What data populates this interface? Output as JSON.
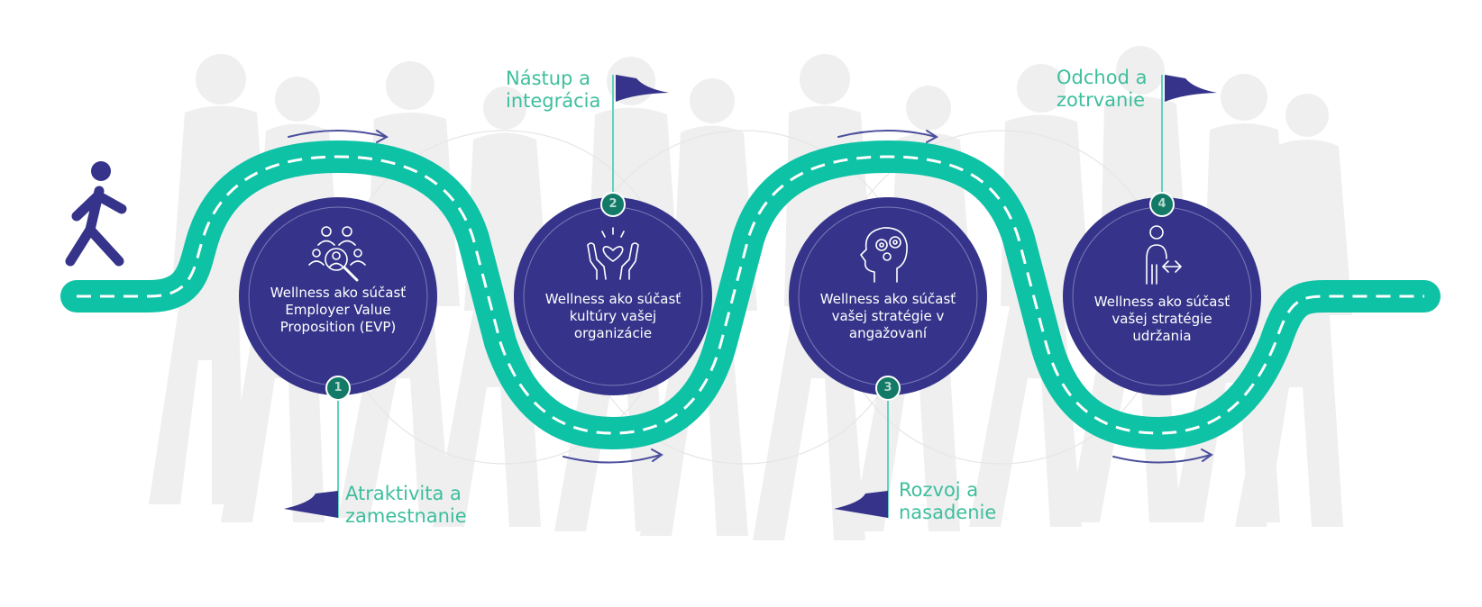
{
  "colors": {
    "road": "#0ec2a6",
    "road_dash": "#ffffff",
    "circle": "#35348a",
    "badge": "#127a66",
    "flag": "#35348a",
    "flag_pole": "#5fd3c0",
    "label": "#3dbf9c",
    "silhouettes": "#efefef",
    "arrow": "#4b4f9c"
  },
  "steps": [
    {
      "number": "1",
      "circle_text": "Wellness ako súčasť Employer Value Proposition (EVP)",
      "flag_label_line1": "Atraktivita a",
      "flag_label_line2": "zamestnanie",
      "icon": "people-search-icon",
      "flag_position": "bottom"
    },
    {
      "number": "2",
      "circle_text": "Wellness ako súčasť kultúry vašej organizácie",
      "flag_label_line1": "Nástup a",
      "flag_label_line2": "integrácia",
      "icon": "hands-heart-icon",
      "flag_position": "top"
    },
    {
      "number": "3",
      "circle_text": "Wellness ako súčasť vašej stratégie v angažovaní",
      "flag_label_line1": "Rozvoj a",
      "flag_label_line2": "nasadenie",
      "icon": "head-gears-icon",
      "flag_position": "bottom"
    },
    {
      "number": "4",
      "circle_text": "Wellness ako súčasť vašej stratégie udržania",
      "flag_label_line1": "Odchod a",
      "flag_label_line2": "zotrvanie",
      "icon": "person-exit-icon",
      "flag_position": "top"
    }
  ],
  "start_icon": "walking-person-icon"
}
